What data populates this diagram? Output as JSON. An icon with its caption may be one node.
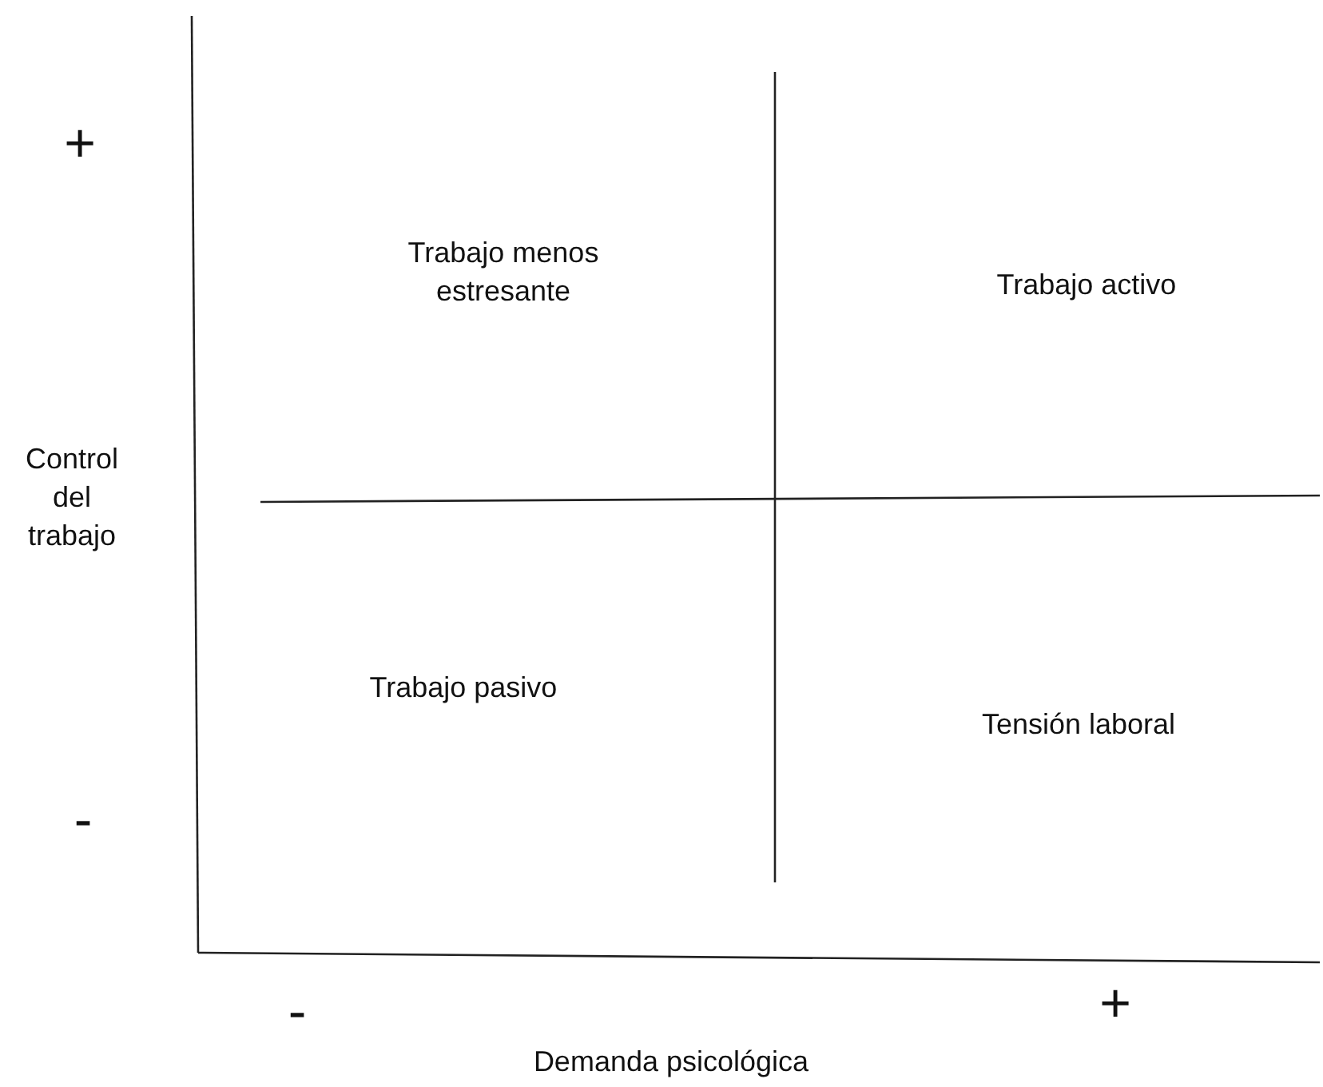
{
  "diagram": {
    "labels": [
      "+",
      "Trabajo menos estresante",
      "Trabajo activo",
      "Control del trabajo",
      "Trabajo pasivo",
      "Tensión laboral",
      "-",
      "-",
      "Demanda psicológica",
      "+"
    ]
  }
}
